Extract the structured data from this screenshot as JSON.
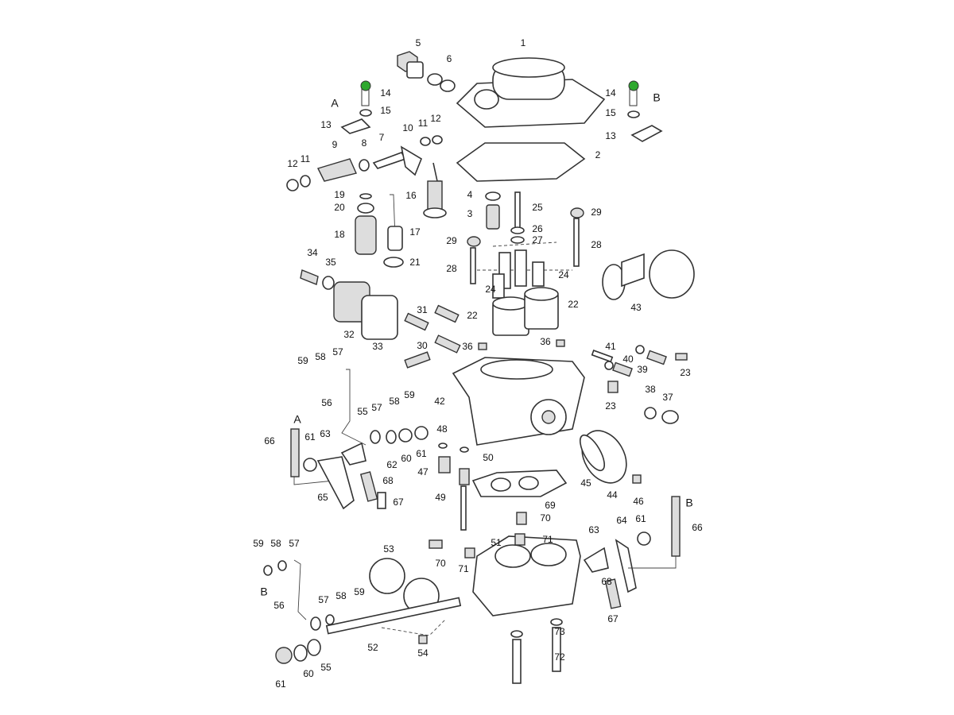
{
  "diagram": {
    "accent_color": "#2fa82f",
    "group_markers": [
      "A",
      "B",
      "A",
      "B",
      "B"
    ],
    "callouts": [
      "1",
      "5",
      "6",
      "14",
      "15",
      "13",
      "7",
      "10",
      "11",
      "12",
      "9",
      "8",
      "12",
      "11",
      "14",
      "15",
      "13",
      "2",
      "19",
      "20",
      "4",
      "16",
      "3",
      "25",
      "29",
      "18",
      "17",
      "26",
      "27",
      "29",
      "28",
      "34",
      "35",
      "21",
      "28",
      "24",
      "24",
      "43",
      "22",
      "31",
      "22",
      "32",
      "33",
      "30",
      "36",
      "36",
      "41",
      "40",
      "39",
      "23",
      "59",
      "58",
      "57",
      "42",
      "38",
      "37",
      "23",
      "56",
      "58",
      "59",
      "57",
      "55",
      "48",
      "66",
      "61",
      "63",
      "62",
      "60",
      "61",
      "50",
      "47",
      "45",
      "44",
      "46",
      "68",
      "49",
      "69",
      "65",
      "67",
      "66",
      "70",
      "64",
      "63",
      "61",
      "53",
      "51",
      "71",
      "59",
      "58",
      "57",
      "70",
      "71",
      "57",
      "58",
      "59",
      "56",
      "68",
      "67",
      "73",
      "72",
      "52",
      "54",
      "55",
      "60",
      "61"
    ]
  }
}
